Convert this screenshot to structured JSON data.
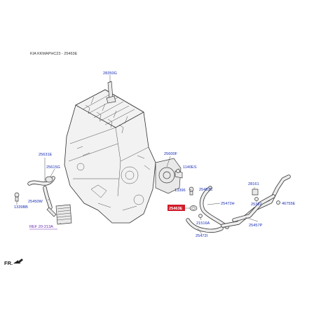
{
  "header": "KIA KKMAPHC23 - 25463E",
  "direction_label": "FR.",
  "colors": {
    "label": "#1a2fb8",
    "reference": "#6a2bb5",
    "highlight_bg": "#d01b2a"
  },
  "highlighted_part": "25463E",
  "reference_label": "REF 20-213A",
  "labels": {
    "p28350G": "28350G",
    "p25631E": "25631E",
    "p25615G": "25615G",
    "p25450W": "25450W",
    "p1339BB": "1339BB",
    "p25600F": "25600F",
    "p1140ES": "1140ES",
    "p13396": "13396",
    "p25457C": "25457C",
    "p25472H": "25472H",
    "p25463E": "25463E",
    "p21516A": "21516A",
    "p25472I": "25472I",
    "p28161": "28161",
    "p25322": "25322",
    "p46755E": "46755E",
    "p25457P": "25457P"
  }
}
